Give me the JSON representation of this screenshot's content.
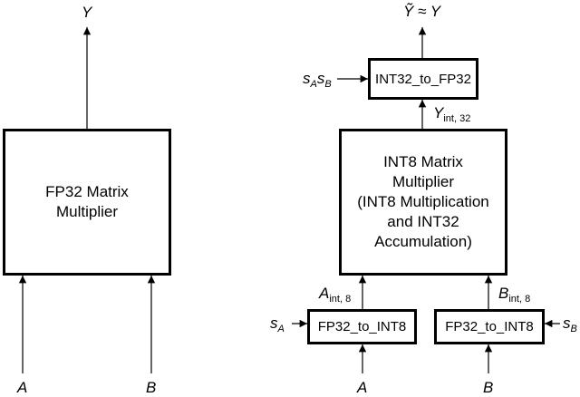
{
  "left": {
    "block_label": "FP32 Matrix\nMultiplier",
    "output": "Y",
    "input_a": "A",
    "input_b": "B"
  },
  "right": {
    "main_block_label": "INT8 Matrix\nMultiplier\n(INT8 Multiplication\nand INT32\nAccumulation)",
    "dequant_block": "INT32_to_FP32",
    "quant_a_block": "FP32_to_INT8",
    "quant_b_block": "FP32_to_INT8",
    "output": "Ỹ ≈ Y",
    "scale_product": {
      "s1": "s",
      "sub1": "A",
      "s2": "s",
      "sub2": "B"
    },
    "y_int": {
      "base": "Y",
      "sub": "int, 32"
    },
    "a_int": {
      "base": "A",
      "sub": "int, 8"
    },
    "b_int": {
      "base": "B",
      "sub": "int, 8"
    },
    "scale_a": {
      "base": "s",
      "sub": "A"
    },
    "scale_b": {
      "base": "s",
      "sub": "B"
    },
    "input_a": "A",
    "input_b": "B"
  }
}
